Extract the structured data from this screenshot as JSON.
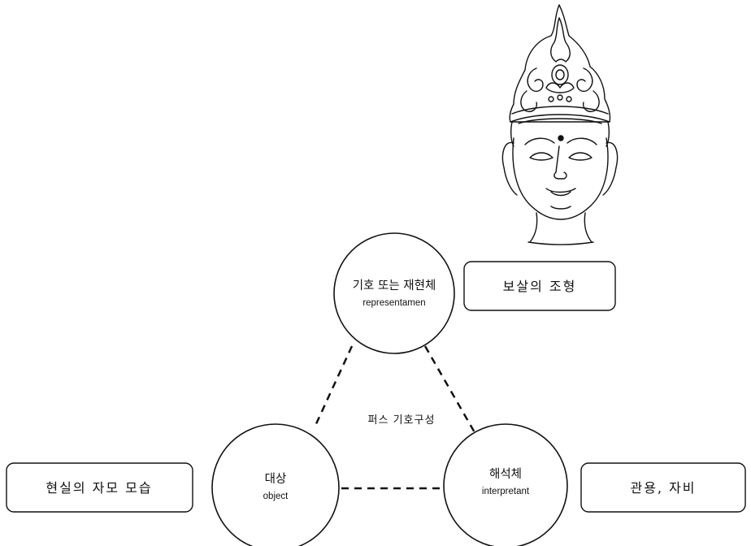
{
  "nodes": {
    "representamen": {
      "ko": "기호 또는 재현체",
      "en": "representamen"
    },
    "object": {
      "ko": "대상",
      "en": "object"
    },
    "interpretant": {
      "ko": "해석체",
      "en": "interpretant"
    }
  },
  "center_label": "퍼스 기호구성",
  "boxes": {
    "representamen_example": "보살의 조형",
    "object_example": "현실의 자모 모습",
    "interpretant_example": "관용, 자비"
  },
  "illustration": {
    "icon": "bodhisattva-head-illustration"
  },
  "colors": {
    "stroke": "#111111",
    "background": "#ffffff"
  }
}
